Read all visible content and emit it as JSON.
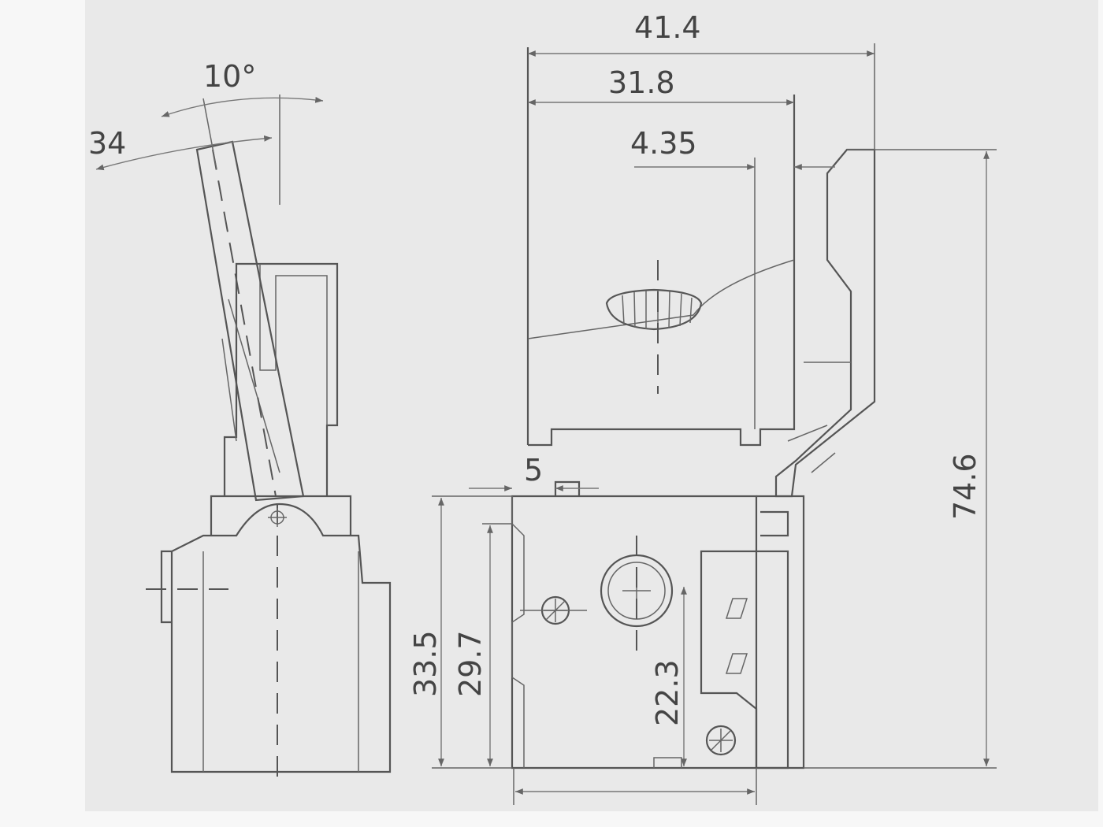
{
  "side_view": {
    "angle_label": "10°",
    "width_label": "34"
  },
  "front_view": {
    "overall_width": "41.4",
    "body_width": "31.8",
    "offset_width": "4.35",
    "total_height": "74.6",
    "gap_width": "5",
    "lower_height_outer": "33.5",
    "lower_height_inner": "29.7",
    "hole_height": "22.3"
  },
  "colors": {
    "background": "#e9e9e9",
    "line": "#555555"
  }
}
